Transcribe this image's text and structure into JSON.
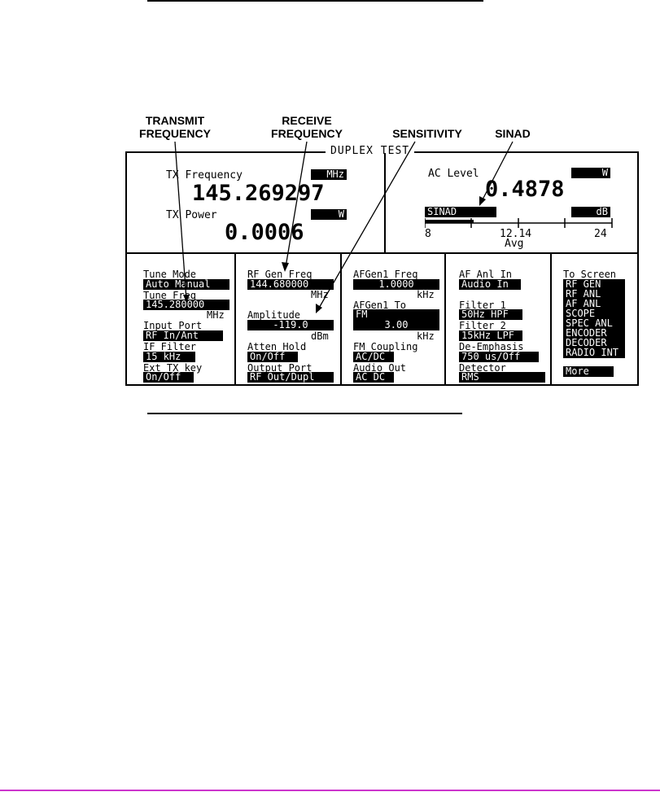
{
  "callouts": {
    "transmit": "TRANSMIT\nFREQUENCY",
    "receive": "RECEIVE\nFREQUENCY",
    "sensitivity": "SENSITIVITY",
    "sinad": "SINAD"
  },
  "screen": {
    "title": "DUPLEX TEST",
    "tx_frequency_label": "TX Frequency",
    "tx_frequency_unit": "MHz",
    "tx_frequency_value": "145.269297",
    "tx_power_label": "TX Power",
    "tx_power_unit": "W",
    "tx_power_value": "0.0006",
    "ac_level_label": "AC Level",
    "ac_level_unit": "W",
    "ac_level_value": "0.4878",
    "sinad_label": "SINAD",
    "sinad_unit": "dB",
    "meter_min": "8",
    "meter_mid": "12.14",
    "meter_max": "24",
    "meter_avg": "Avg"
  },
  "columns": {
    "col1": {
      "tune_mode_label": "Tune Mode",
      "tune_mode_value": "Auto Manual",
      "tune_freq_label": "Tune Freq",
      "tune_freq_value": "145.280000",
      "tune_freq_unit": "MHz",
      "input_port_label": "Input Port",
      "input_port_value": "RF In/Ant",
      "if_filter_label": "IF Filter",
      "if_filter_value": "15 kHz",
      "ext_tx_key_label": "Ext TX key",
      "ext_tx_key_value": "On/Off"
    },
    "col2": {
      "rf_gen_freq_label": "RF Gen Freq",
      "rf_gen_freq_value": "144.680000",
      "rf_gen_freq_unit": "MHz",
      "amplitude_label": "Amplitude",
      "amplitude_value": "-119.0",
      "amplitude_unit": "dBm",
      "atten_hold_label": "Atten Hold",
      "atten_hold_value": "On/Off",
      "output_port_label": "Output Port",
      "output_port_value": "RF Out/Dupl"
    },
    "col3": {
      "afgen1_freq_label": "AFGen1 Freq",
      "afgen1_freq_value": "1.0000",
      "afgen1_freq_unit": "kHz",
      "afgen1_to_label": "AFGen1 To",
      "afgen1_to_value": "FM",
      "afgen1_to_level": "3.00",
      "afgen1_to_unit": "kHz",
      "fm_coupling_label": "FM Coupling",
      "fm_coupling_value": "AC/DC",
      "audio_out_label": "Audio Out",
      "audio_out_value": "AC DC"
    },
    "col4": {
      "af_anl_in_label": "AF Anl In",
      "af_anl_in_value": "Audio In",
      "filter1_label": "Filter 1",
      "filter1_value": "50Hz HPF",
      "filter2_label": "Filter 2",
      "filter2_value": "15kHz LPF",
      "de_emphasis_label": "De-Emphasis",
      "de_emphasis_value": "750 us/Off",
      "detector_label": "Detector",
      "detector_value": "RMS"
    },
    "col5": {
      "to_screen_label": "To Screen",
      "items": [
        "RF GEN",
        "RF ANL",
        "AF ANL",
        "SCOPE",
        "SPEC ANL",
        "ENCODER",
        "DECODER",
        "RADIO INT"
      ],
      "more": "More"
    }
  }
}
